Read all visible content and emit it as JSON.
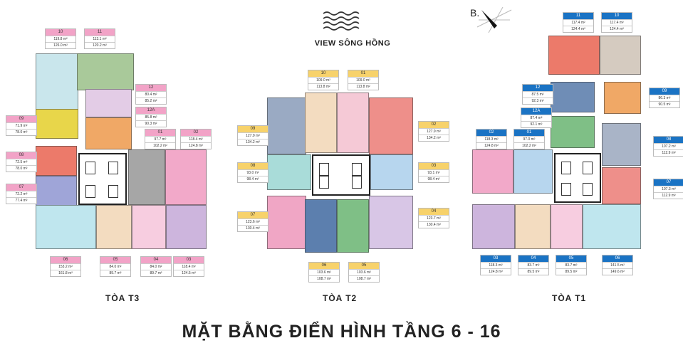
{
  "title": "MẶT BẰNG ĐIỂN HÌNH TẦNG 6 - 16",
  "view_label": "VIEW SÔNG HỒNG",
  "compass_label": "B.",
  "icons": {
    "river": "waves-icon",
    "compass": "compass-icon"
  },
  "colors": {
    "t3_header": "#f2a3c7",
    "t2_header": "#f7d26b",
    "t1_header": "#1a73c4"
  },
  "towers": [
    {
      "name": "TÒA T3",
      "units": [
        {
          "id": "10",
          "a1": "119.8 m²",
          "a2": "126.0 m²"
        },
        {
          "id": "11",
          "a1": "113.1 m²",
          "a2": "120.2 m²"
        },
        {
          "id": "12",
          "a1": "80.4 m²",
          "a2": "85.2 m²"
        },
        {
          "id": "12A",
          "a1": "85.8 m²",
          "a2": "90.3 m²"
        },
        {
          "id": "01",
          "a1": "97.7 m²",
          "a2": "102.2 m²"
        },
        {
          "id": "02",
          "a1": "118.4 m²",
          "a2": "124.8 m²"
        },
        {
          "id": "09",
          "a1": "71.9 m²",
          "a2": "78.0 m²"
        },
        {
          "id": "08",
          "a1": "72.5 m²",
          "a2": "78.0 m²"
        },
        {
          "id": "07",
          "a1": "72.2 m²",
          "a2": "77.4 m²"
        },
        {
          "id": "06",
          "a1": "153.2 m²",
          "a2": "161.8 m²"
        },
        {
          "id": "05",
          "a1": "84.0 m²",
          "a2": "89.7 m²"
        },
        {
          "id": "04",
          "a1": "84.0 m²",
          "a2": "89.7 m²"
        },
        {
          "id": "03",
          "a1": "118.4 m²",
          "a2": "124.5 m²"
        }
      ]
    },
    {
      "name": "TÒA T2",
      "units": [
        {
          "id": "10",
          "a1": "109.0 m²",
          "a2": "113.8 m²"
        },
        {
          "id": "01",
          "a1": "109.0 m²",
          "a2": "113.8 m²"
        },
        {
          "id": "09",
          "a1": "127.9 m²",
          "a2": "134.2 m²"
        },
        {
          "id": "02",
          "a1": "127.9 m²",
          "a2": "134.2 m²"
        },
        {
          "id": "08",
          "a1": "93.0 m²",
          "a2": "98.4 m²"
        },
        {
          "id": "03",
          "a1": "93.1 m²",
          "a2": "98.4 m²"
        },
        {
          "id": "07",
          "a1": "123.6 m²",
          "a2": "130.4 m²"
        },
        {
          "id": "04",
          "a1": "123.7 m²",
          "a2": "130.4 m²"
        },
        {
          "id": "06",
          "a1": "103.6 m²",
          "a2": "108.7 m²"
        },
        {
          "id": "05",
          "a1": "103.6 m²",
          "a2": "108.7 m²"
        }
      ]
    },
    {
      "name": "TÒA T1",
      "units": [
        {
          "id": "11",
          "a1": "117.4 m²",
          "a2": "124.4 m²"
        },
        {
          "id": "10",
          "a1": "117.4 m²",
          "a2": "124.4 m²"
        },
        {
          "id": "12",
          "a1": "87.5 m²",
          "a2": "92.3 m²"
        },
        {
          "id": "12A",
          "a1": "87.4 m²",
          "a2": "92.1 m²"
        },
        {
          "id": "09",
          "a1": "86.3 m²",
          "a2": "90.5 m²"
        },
        {
          "id": "02",
          "a1": "118.3 m²",
          "a2": "124.8 m²"
        },
        {
          "id": "01",
          "a1": "97.0 m²",
          "a2": "102.2 m²"
        },
        {
          "id": "08",
          "a1": "107.2 m²",
          "a2": "112.9 m²"
        },
        {
          "id": "07",
          "a1": "107.3 m²",
          "a2": "112.9 m²"
        },
        {
          "id": "03",
          "a1": "118.3 m²",
          "a2": "124.8 m²"
        },
        {
          "id": "04",
          "a1": "83.7 m²",
          "a2": "89.5 m²"
        },
        {
          "id": "05",
          "a1": "83.7 m²",
          "a2": "89.5 m²"
        },
        {
          "id": "06",
          "a1": "141.5 m²",
          "a2": "149.6 m²"
        }
      ]
    }
  ]
}
